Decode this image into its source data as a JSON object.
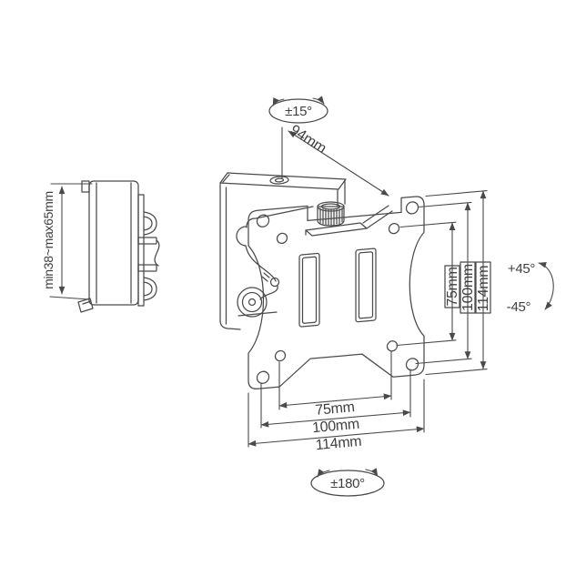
{
  "side_view": {
    "depth_range": "min38~max65mm"
  },
  "annotations": {
    "tilt_range": "±15°",
    "pivot_distance": "94mm",
    "swivel_up": "+45°",
    "swivel_down": "-45°",
    "rotation_range": "±180°"
  },
  "vesa_vertical": {
    "v75": "75mm",
    "v100": "100mm",
    "v114": "114mm"
  },
  "vesa_horizontal": {
    "h75": "75mm",
    "h100": "100mm",
    "h114": "114mm"
  },
  "colors": {
    "line": "#4a4a4a",
    "knob": "#161616",
    "background": "#ffffff"
  }
}
